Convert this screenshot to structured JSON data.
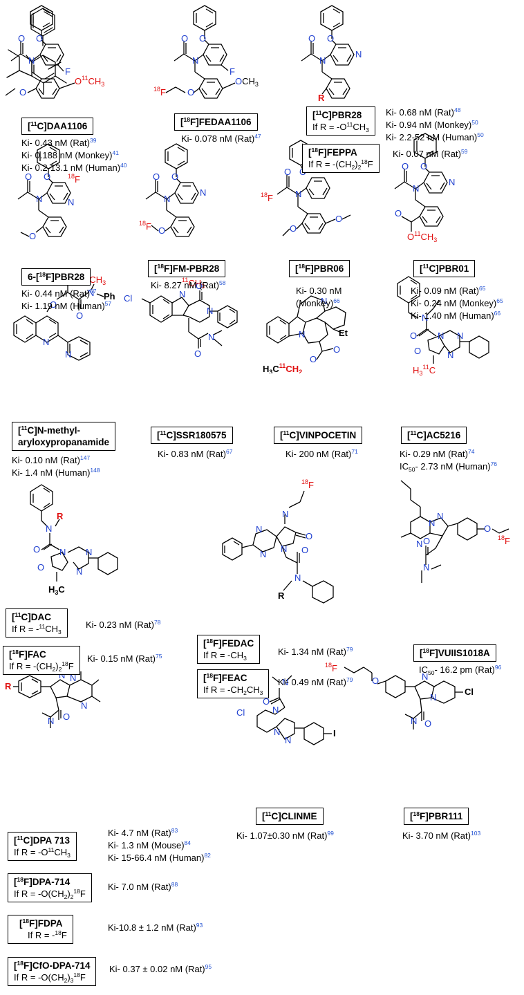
{
  "compounds": [
    {
      "label_pre": "[",
      "label_sup": "11",
      "label_post": "C]DAA1106",
      "values": [
        {
          "pre": "Ki- 0.43 nM (Rat)",
          "ref": "39"
        },
        {
          "pre": "Ki- 0.188 nM (Monkey)",
          "ref": "41"
        },
        {
          "pre": "Ki- 0.2-13.1 nM (Human)",
          "ref": "40"
        }
      ]
    },
    {
      "label_pre": "[",
      "label_sup": "18",
      "label_post": "F]FEDAA1106",
      "values": [
        {
          "pre": "Ki- 0.078 nM (Rat)",
          "ref": "47"
        }
      ]
    },
    {
      "label_pre": "[",
      "label_sup": "11",
      "label_post": "C]PBR28",
      "cond": "If R = -O",
      "cond_sup": "11",
      "cond_post": "CH",
      "cond_sub": "3",
      "values": [
        {
          "pre": "Ki- 0.68 nM (Rat)",
          "ref": "48"
        },
        {
          "pre": "Ki- 0.94 nM (Monkey)",
          "ref": "50"
        },
        {
          "pre": "Ki- 2.2-52 nM (Human)",
          "ref": "50"
        }
      ]
    },
    {
      "label_pre": "[",
      "label_sup": "18",
      "label_post": "F]FEPPA",
      "cond": "If R = -(CH",
      "cond_sub": "2",
      "cond_post2": ")",
      "cond_sub2": "2",
      "cond_sup": "18",
      "cond_end": "F",
      "values": [
        {
          "pre": "Ki- 0.07 nM (Rat)",
          "ref": "59"
        }
      ]
    },
    {
      "label_pre": "6-[",
      "label_sup": "18",
      "label_post": "F]PBR28",
      "values": [
        {
          "pre": "Ki- 0.44 nM (Rat)",
          "ref": "57"
        },
        {
          "pre": "Ki- 1.19 nM (Human)",
          "ref": "57"
        }
      ]
    },
    {
      "label_pre": "[",
      "label_sup": "18",
      "label_post": "F]FM-PBR28",
      "values": [
        {
          "pre": "Ki- 8.27 nM (Rat)",
          "ref": "58"
        }
      ]
    },
    {
      "label_pre": "[",
      "label_sup": "18",
      "label_post": "F]PBR06",
      "values": [
        {
          "pre": "Ki- 0.30 nM",
          "ref": ""
        },
        {
          "pre": "(Monkey)",
          "ref": "66"
        }
      ]
    },
    {
      "label_pre": "[",
      "label_sup": "11",
      "label_post": "C]PBR01",
      "values": [
        {
          "pre": "Ki- 0.09 nM (Rat)",
          "ref": "65"
        },
        {
          "pre": "Ki- 0.24 nM (Monkey)",
          "ref": "65"
        },
        {
          "pre": "Ki- 1.40 nM (Human)",
          "ref": "66"
        }
      ]
    },
    {
      "label_pre": "[",
      "label_sup": "11",
      "label_post": "C]N-methyl-",
      "label_line2": "aryloxypropanamide",
      "values": [
        {
          "pre": "Ki- 0.10 nM (Rat)",
          "ref": "147"
        },
        {
          "pre": "Ki- 1.4 nM (Human)",
          "ref": "148"
        }
      ]
    },
    {
      "label_pre": "[",
      "label_sup": "11",
      "label_post": "C]SSR180575",
      "values": [
        {
          "pre": "Ki- 0.83 nM (Rat)",
          "ref": "67"
        }
      ]
    },
    {
      "label_pre": "[",
      "label_sup": "11",
      "label_post": "C]VINPOCETIN",
      "values": [
        {
          "pre": "Ki- 200 nM (Rat)",
          "ref": "71"
        }
      ]
    },
    {
      "label_pre": "[",
      "label_sup": "11",
      "label_post": "C]AC5216",
      "values": [
        {
          "pre": "Ki- 0.29 nM (Rat)",
          "ref": "74"
        },
        {
          "pre": "IC",
          "sub": "50",
          "post": "- 2.73 nM (Human)",
          "ref": "76"
        }
      ]
    },
    {
      "label_pre": "[",
      "label_sup": "11",
      "label_post": "C]DAC",
      "cond": "If R = -",
      "cond_sup": "11",
      "cond_post": "CH",
      "cond_sub": "3",
      "values": [
        {
          "pre": "Ki- 0.23 nM (Rat)",
          "ref": "78"
        }
      ]
    },
    {
      "label_pre": "[",
      "label_sup": "18",
      "label_post": "F]FAC",
      "cond": "If R = -(CH",
      "cond_sub": "2",
      "cond_post2": ")",
      "cond_sub2": "2",
      "cond_sup": "18",
      "cond_end": "F",
      "values": [
        {
          "pre": "Ki- 0.15 nM (Rat)",
          "ref": "75"
        }
      ]
    },
    {
      "label_pre": "[",
      "label_sup": "18",
      "label_post": "F]FEDAC",
      "cond": "If R = -CH",
      "cond_sub": "3",
      "values": [
        {
          "pre": "Ki- 1.34 nM (Rat)",
          "ref": "79"
        }
      ]
    },
    {
      "label_pre": "[",
      "label_sup": "18",
      "label_post": "F]FEAC",
      "cond": "If R = -CH",
      "cond_sub": "2",
      "cond_post": "CH",
      "cond_sub2": "3",
      "values": [
        {
          "pre": "Ki- 0.49 nM (Rat)",
          "ref": "79"
        }
      ]
    },
    {
      "label_pre": "[",
      "label_sup": "18",
      "label_post": "F]VUIIS1018A",
      "values": [
        {
          "pre": "IC",
          "sub": "50",
          "post": "- 16.2 pm (Rat)",
          "ref": "96"
        }
      ]
    },
    {
      "label_pre": "[",
      "label_sup": "11",
      "label_post": "C]DPA 713",
      "cond": "If R = -O",
      "cond_sup": "11",
      "cond_post": "CH",
      "cond_sub": "3",
      "values": [
        {
          "pre": "Ki- 4.7 nM (Rat)",
          "ref": "83"
        },
        {
          "pre": "Ki- 1.3 nM (Mouse)",
          "ref": "84"
        },
        {
          "pre": "Ki- 15-66.4 nM (Human)",
          "ref": "82"
        }
      ]
    },
    {
      "label_pre": "[",
      "label_sup": "18",
      "label_post": "F]DPA-714",
      "cond": "If R = -O(CH",
      "cond_sub": "2",
      "cond_post2": ")",
      "cond_sub2": "2",
      "cond_sup": "18",
      "cond_end": "F",
      "values": [
        {
          "pre": "Ki- 7.0 nM (Rat)",
          "ref": "88"
        }
      ]
    },
    {
      "label_pre": "[",
      "label_sup": "18",
      "label_post": "F]FDPA",
      "cond": "If R = -",
      "cond_sup": "18",
      "cond_end": "F",
      "values": [
        {
          "pre": "Ki-10.8 ± 1.2 nM (Rat)",
          "ref": "93"
        }
      ]
    },
    {
      "label_pre": "[",
      "label_sup": "18",
      "label_post": "F]CfO-DPA-714",
      "cond": "If R = -O(CH",
      "cond_sub": "2",
      "cond_post2": ")",
      "cond_sub2": "3",
      "cond_sup": "18",
      "cond_end": "F",
      "values": [
        {
          "pre": "Ki- 0.37 ± 0.02 nM (Rat)",
          "ref": "95"
        }
      ]
    },
    {
      "label_pre": "[",
      "label_sup": "11",
      "label_post": "C]CLINME",
      "values": [
        {
          "pre": "Ki- 1.07±0.30 nM (Rat)",
          "ref": "99"
        }
      ]
    },
    {
      "label_pre": "[",
      "label_sup": "18",
      "label_post": "F]PBR111",
      "values": [
        {
          "pre": "Ki- 3.70 nM (Rat)",
          "ref": "103"
        }
      ]
    }
  ],
  "atoms": {
    "O": "O",
    "N": "N",
    "F": "F",
    "Cl": "Cl",
    "I": "I",
    "R": "R",
    "Ph": "Ph",
    "Et": "Et",
    "och3_pre": "O",
    "och3_sup": "11",
    "och3_post": "CH",
    "och3_sub": "3",
    "f18_sup": "18",
    "f18": "F",
    "c11ch3_sup": "11",
    "c11ch3": "CH",
    "c11ch3_sub": "3",
    "h3c_pre": "H",
    "h3c_sub": "3",
    "h3c_sup": "11",
    "h3c_post": "C",
    "h3c_plain": "H",
    "h3c_plain_sub": "3",
    "h3c_plain_post": "C",
    "ch2_pre": "H",
    "ch2_sub": "3",
    "ch2_sup": "11",
    "ch2_post": "CH",
    "ch2_sub2": "2"
  }
}
